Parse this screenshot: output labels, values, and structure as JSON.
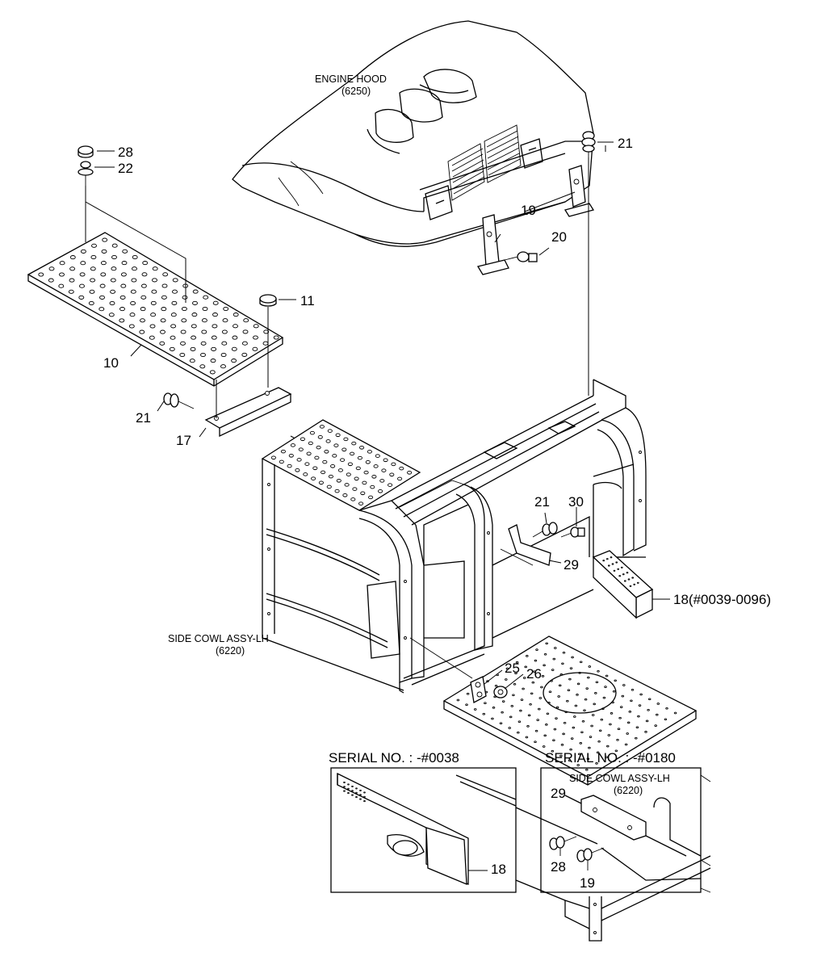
{
  "labels": {
    "engine_hood": "ENGINE HOOD",
    "engine_hood_code": "(6250)",
    "side_cowl": "SIDE COWL ASSY-LH",
    "side_cowl_code": "(6220)",
    "inset_side_cowl": "SIDE COWL ASSY-LH",
    "inset_side_cowl_code": "(6220)"
  },
  "serials": {
    "left": "SERIAL NO. : -#0038",
    "right": "SERIAL NO. : -#0180"
  },
  "callouts": {
    "c28_top": "28",
    "c22": "22",
    "c21_top": "21",
    "c19_top": "19",
    "c20": "20",
    "c11": "11",
    "c10": "10",
    "c21_left": "21",
    "c17": "17",
    "c21_mid": "21",
    "c30": "30",
    "c29_mid": "29",
    "c18_range": "18(#0039-0096)",
    "c25": "25",
    "c26": "26",
    "c18_inset": "18",
    "c29_inset": "29",
    "c28_inset": "28",
    "c19_inset": "19"
  }
}
